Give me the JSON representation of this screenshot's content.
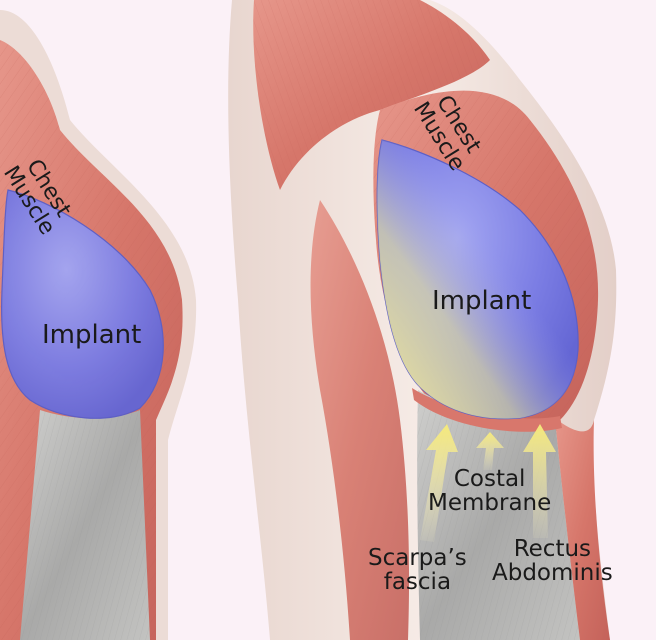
{
  "labels": {
    "left_muscle_line1": "Chest",
    "left_muscle_line2": "Muscle",
    "left_implant": "Implant",
    "right_muscle_line1": "Chest",
    "right_muscle_line2": "Muscle",
    "right_implant": "Implant",
    "costal_line1": "Costal",
    "costal_line2": "Membrane",
    "scarpa_line1": "Scarpa’s",
    "scarpa_line2": "fascia",
    "rectus_line1": "Rectus",
    "rectus_line2": "Abdominis"
  },
  "colors": {
    "background": "#fbf1f7",
    "skin": "#efe0da",
    "muscle": "#d8776c",
    "implant": "#7b7ce4",
    "fascia_gray": "#b9b9b7",
    "arrow_yellow": "#f7ec8e"
  }
}
